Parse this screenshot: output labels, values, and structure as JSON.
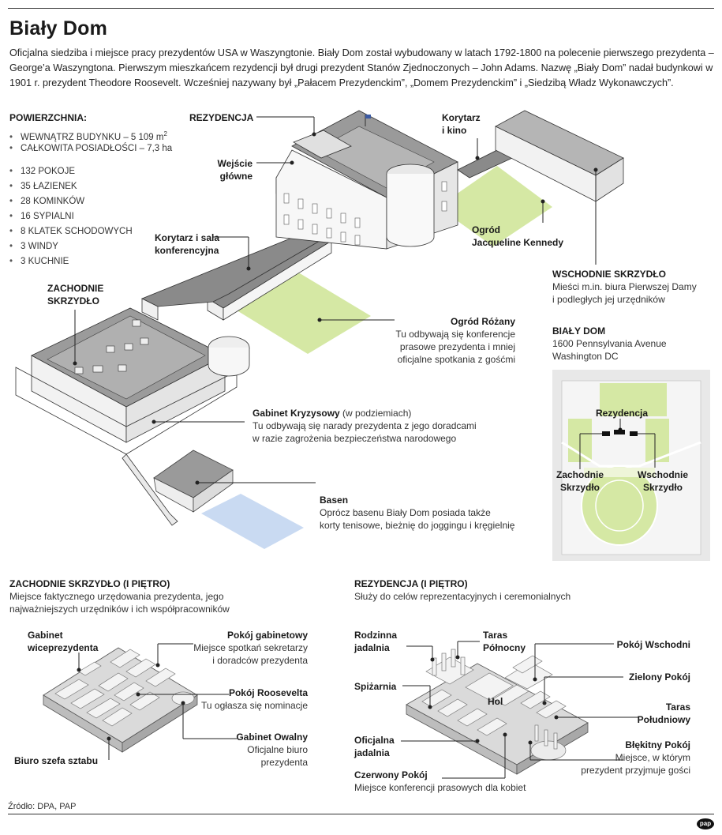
{
  "title": "Biały Dom",
  "intro": "Oficjalna siedziba i miejsce pracy prezydentów USA w Waszyngtonie. Biały Dom został wybudowany w latach 1792-1800 na polecenie pierwszego prezydenta – George’a Waszyngtona. Pierwszym mieszkańcem rezydencji był drugi prezydent Stanów Zjednoczonych – John Adams. Nazwę „Biały Dom” nadał budynkowi w 1901 r. prezydent Theodore Roosevelt. Wcześniej nazywany był „Pałacem Prezydenckim”, „Domem Prezydenckim” i „Siedzibą Władz Wykonawczych”.",
  "stats": {
    "heading": "POWIERZCHNIA:",
    "area_inside": "WEWNĄTRZ BUDYNKU – 5 109 m",
    "area_sup": "2",
    "area_total": "CAŁKOWITA POSIADŁOŚCI – 7,3 ha",
    "items": [
      "132 POKOJE",
      "35 ŁAZIENEK",
      "28 KOMINKÓW",
      "16 SYPIALNI",
      "8 KLATEK SCHODOWYCH",
      "3 WINDY",
      "3 KUCHNIE"
    ]
  },
  "main_labels": {
    "rezydencja": "REZYDENCJA",
    "korytarz_kino_1": "Korytarz",
    "korytarz_kino_2": "i kino",
    "wejscie_1": "Wejście",
    "wejscie_2": "główne",
    "ogrod_jk_1": "Ogród",
    "ogrod_jk_2": "Jacqueline Kennedy",
    "korytarz_sala_1": "Korytarz i sala",
    "korytarz_sala_2": "konferencyjna",
    "zach_1": "ZACHODNIE",
    "zach_2": "SKRZYDŁO",
    "wsch_title": "WSCHODNIE SKRZYDŁO",
    "wsch_desc_1": "Mieści m.in. biura Pierwszej Damy",
    "wsch_desc_2": "i podległych jej urzędników",
    "rozany_title": "Ogród Różany",
    "rozany_1": "Tu odbywają się konferencje",
    "rozany_2": "prasowe prezydenta i mniej",
    "rozany_3": "oficjalne spotkania z gośćmi",
    "kryzys_title": "Gabinet Kryzysowy",
    "kryzys_note": " (w podziemiach)",
    "kryzys_1": "Tu odbywają się narady prezydenta z jego doradcami",
    "kryzys_2": "w razie zagrożenia bezpieczeństwa narodowego",
    "basen_title": "Basen",
    "basen_1": "Oprócz basenu Biały Dom posiada także",
    "basen_2": "korty tenisowe, bieżnię do joggingu i kręgielnię"
  },
  "address": {
    "title": "BIAŁY DOM",
    "line1": "1600 Pennsylvania Avenue",
    "line2": "Washington DC"
  },
  "map": {
    "rezydencja": "Rezydencja",
    "zach_1": "Zachodnie",
    "zach_2": "Skrzydło",
    "wsch_1": "Wschodnie",
    "wsch_2": "Skrzydło"
  },
  "west_floor": {
    "title": "ZACHODNIE SKRZYDŁO (I PIĘTRO)",
    "desc_1": "Miejsce faktycznego urzędowania prezydenta, jego",
    "desc_2": "najważniejszych urzędników i ich współpracowników",
    "wice_1": "Gabinet",
    "wice_2": "wiceprezydenta",
    "szef": "Biuro szefa sztabu",
    "gab_title": "Pokój gabinetowy",
    "gab_1": "Miejsce spotkań sekretarzy",
    "gab_2": "i doradców prezydenta",
    "roos_title": "Pokój Roosevelta",
    "roos_1": "Tu ogłasza się nominacje",
    "owal_title": "Gabinet Owalny",
    "owal_1": "Oficjalne biuro",
    "owal_2": "prezydenta"
  },
  "res_floor": {
    "title": "REZYDENCJA (I PIĘTRO)",
    "desc": "Służy do celów reprezentacyjnych i ceremonialnych",
    "rodz_1": "Rodzinna",
    "rodz_2": "jadalnia",
    "taras_pn_1": "Taras",
    "taras_pn_2": "Północny",
    "spiz": "Spiżarnia",
    "ofic_1": "Oficjalna",
    "ofic_2": "jadalnia",
    "czerw_title": "Czerwony Pokój",
    "czerw_1": "Miejsce konferencji prasowych dla kobiet",
    "hol": "Hol",
    "wsch": "Pokój Wschodni",
    "ziel": "Zielony Pokój",
    "taras_pd_1": "Taras",
    "taras_pd_2": "Południowy",
    "blek_title": "Błękitny Pokój",
    "blek_1": "Miejsce, w którym",
    "blek_2": "prezydent przyjmuje gości"
  },
  "source": "Źródło: DPA, PAP",
  "logo": "pap",
  "colors": {
    "garden": "#d5e8a4",
    "pool": "#c9daf2",
    "roof": "#8a8a8a",
    "wall": "#f2f2f2"
  }
}
